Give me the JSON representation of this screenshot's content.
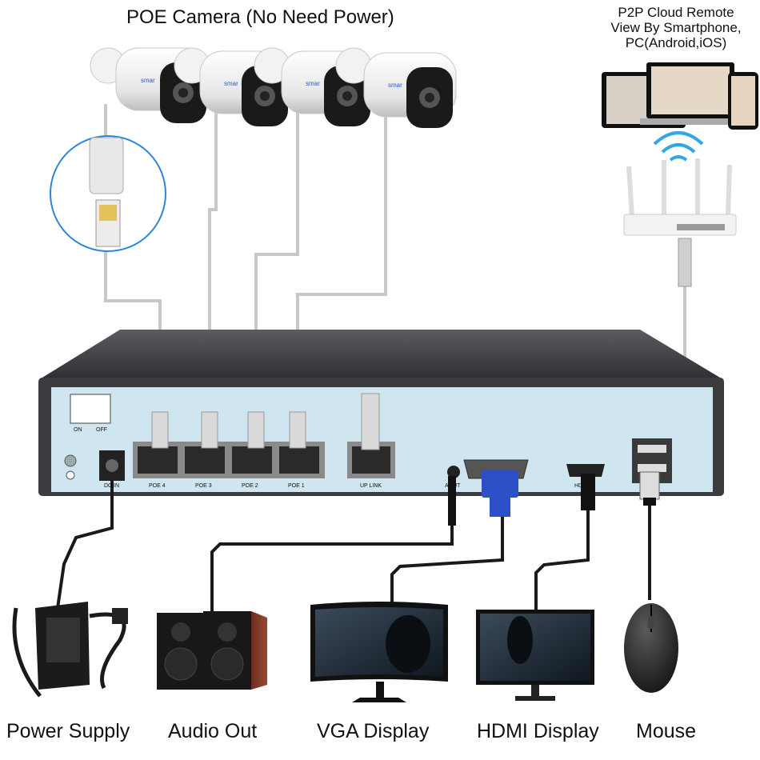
{
  "title": "POE Camera (No Need Power)",
  "p2p": {
    "line1": "P2P Cloud Remote",
    "line2": "View By Smartphone,",
    "line3": "PC(Android,iOS)"
  },
  "camera_brand": "smar",
  "ports": {
    "poe4": "POE 4",
    "poe3": "POE 3",
    "poe2": "POE 2",
    "poe1": "POE 1",
    "uplink": "UP LINK",
    "audio": "AOUT",
    "dc": "DC IN",
    "hdmi": "HDMI",
    "on": "ON",
    "off": "OFF"
  },
  "devices": {
    "power_supply": "Power Supply",
    "audio_out": "Audio Out",
    "vga_display": "VGA Display",
    "hdmi_display": "HDMI Display",
    "mouse": "Mouse"
  },
  "colors": {
    "nvr_panel": "#cfe6f1",
    "nvr_body": "#3a3c40",
    "cable": "#c8c8c8",
    "black_cable": "#1a1a1a",
    "vga_blue": "#2d4fc8",
    "zoom_ring": "#2f86d6"
  }
}
